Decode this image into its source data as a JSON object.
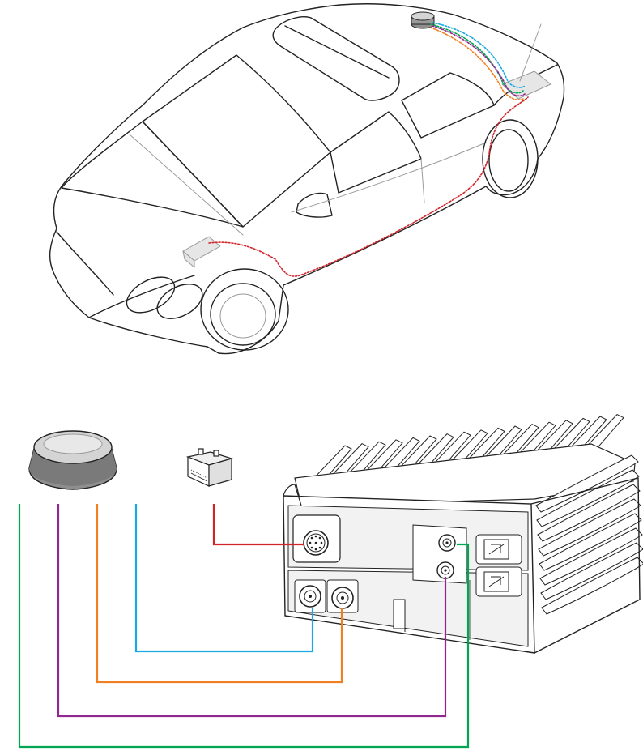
{
  "colors": {
    "outline": "#222222",
    "light_line": "#9a9a9a",
    "install_path": "#d2232a",
    "cable_gps": "#00a651",
    "cable_lte_a": "#92278f",
    "cable_lte_b": "#f07f22",
    "cable_wifi": "#1ba9e0",
    "cable_power": "#d2232a",
    "device_fill": "#ffffff",
    "panel_fill": "#f2f2f2",
    "antenna_top": "#d4d4d4",
    "antenna_body": "#8e8e8e"
  },
  "components": {
    "vehicle": {
      "icon": "sedan-outline-icon"
    },
    "antenna": {
      "icon": "roof-puck-antenna-icon"
    },
    "battery": {
      "icon": "vehicle-battery-icon"
    },
    "router": {
      "icon": "vehicle-router-icon",
      "ports": [
        "power-connector",
        "antenna-port-1",
        "antenna-port-2",
        "antenna-port-3",
        "antenna-port-4",
        "ethernet-port-1",
        "ethernet-port-2"
      ]
    }
  },
  "cables": [
    {
      "id": "green",
      "from": "antenna",
      "to": "antenna-port-3"
    },
    {
      "id": "purple",
      "from": "antenna",
      "to": "antenna-port-4"
    },
    {
      "id": "orange",
      "from": "antenna",
      "to": "antenna-port-2"
    },
    {
      "id": "blue",
      "from": "antenna",
      "to": "antenna-port-1"
    },
    {
      "id": "red",
      "from": "battery",
      "to": "power-connector"
    }
  ]
}
